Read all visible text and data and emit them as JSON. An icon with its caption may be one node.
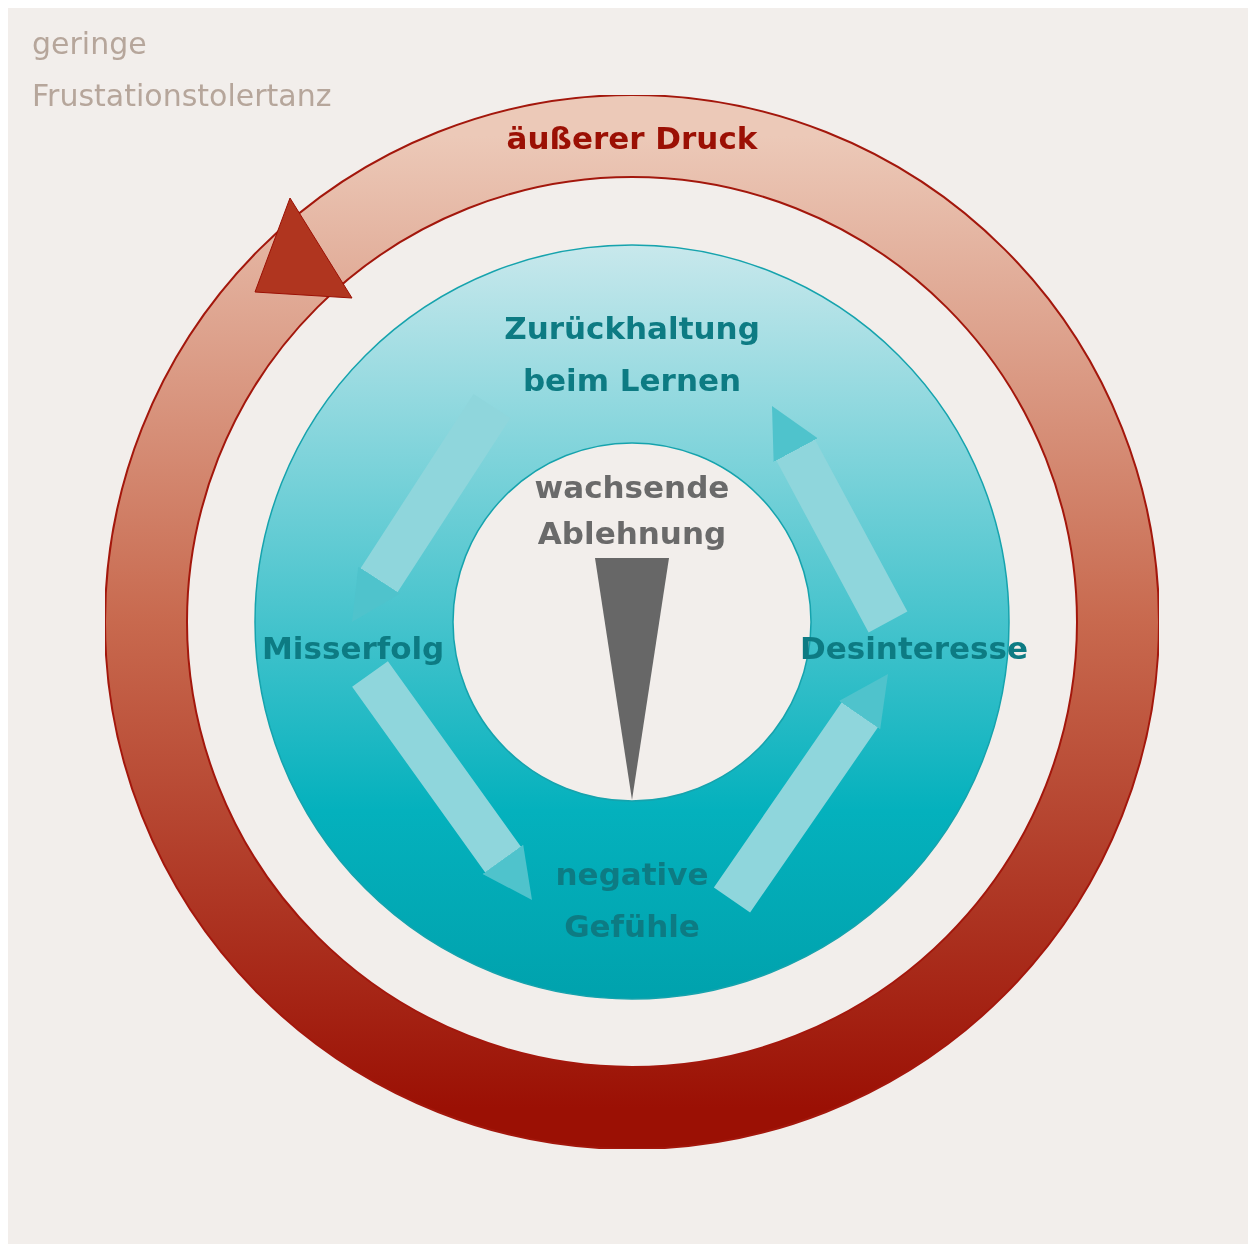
{
  "diagram": {
    "nodes": [
      {
        "text": [
          "äußerer Druck"
        ]
      },
      {
        "text": [],
        "shape": "circle",
        "in": 0
      },
      {
        "text": [
          "Zurückhaltung beim Lernen"
        ],
        "in": 1
      },
      {
        "text": [
          "Misserfolg"
        ],
        "in": 1
      },
      {
        "text": [
          "negative Gefühle"
        ],
        "in": 1
      },
      {
        "text": [
          "Desinteresse"
        ],
        "in": 1
      },
      {
        "text": [
          "wachsende Ablehnung"
        ],
        "in": 1
      }
    ],
    "edges": [
      {
        "from": 2,
        "to": 3,
        "arrow": "to"
      },
      {
        "from": 3,
        "to": 4,
        "arrow": "to"
      },
      {
        "from": 4,
        "to": 5,
        "arrow": "to"
      },
      {
        "from": 5,
        "to": 2,
        "arrow": "to"
      }
    ],
    "labels": [
      "geringe Frustationstolertanz"
    ]
  }
}
